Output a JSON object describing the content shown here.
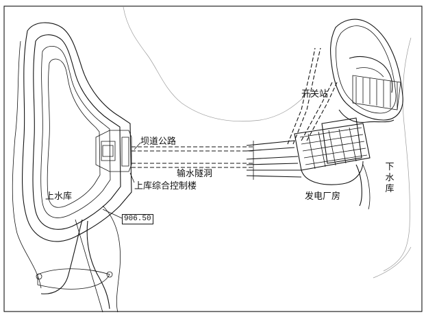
{
  "labels": {
    "upper_reservoir": "上水库",
    "dam_road": "坝道公路",
    "water_tunnel": "输水隧洞",
    "control_building": "上库综合控制楼",
    "switch_station": "开关站",
    "powerhouse": "发电厂房",
    "lower_reservoir": "下水库",
    "elevation": "906.50"
  }
}
